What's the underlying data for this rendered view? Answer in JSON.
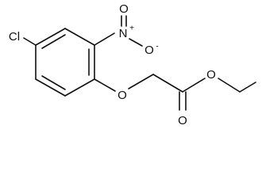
{
  "structure": {
    "atoms": {
      "cl": "Cl",
      "n": "N",
      "o_top": "O",
      "o_right": "O",
      "o_ether": "O",
      "o_carbonyl": "O",
      "o_ester": "O"
    },
    "charges": {
      "n_plus": "+",
      "o_minus": "-"
    }
  }
}
